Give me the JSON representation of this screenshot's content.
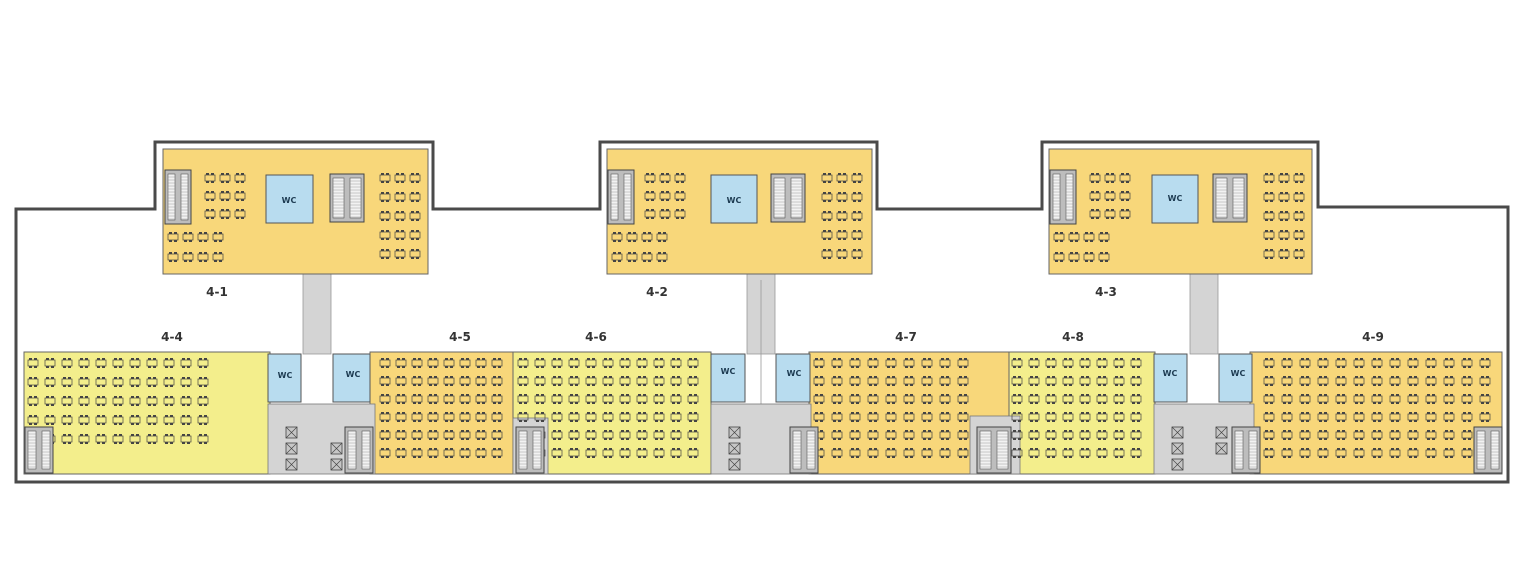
{
  "map": {
    "zones": [
      {
        "id": "4-1",
        "label": "4-1"
      },
      {
        "id": "4-2",
        "label": "4-2"
      },
      {
        "id": "4-3",
        "label": "4-3"
      },
      {
        "id": "4-4",
        "label": "4-4"
      },
      {
        "id": "4-5",
        "label": "4-5"
      },
      {
        "id": "4-6",
        "label": "4-6"
      },
      {
        "id": "4-7",
        "label": "4-7"
      },
      {
        "id": "4-8",
        "label": "4-8"
      },
      {
        "id": "4-9",
        "label": "4-9"
      }
    ],
    "restroom_label": "WC",
    "colors": {
      "outline": "#4a4a4a",
      "zone_orange": "#f8d77a",
      "zone_yellow": "#f3ee8c",
      "restroom": "#b8dcef",
      "core": "#d4d4d4",
      "furniture": "#444444"
    }
  }
}
